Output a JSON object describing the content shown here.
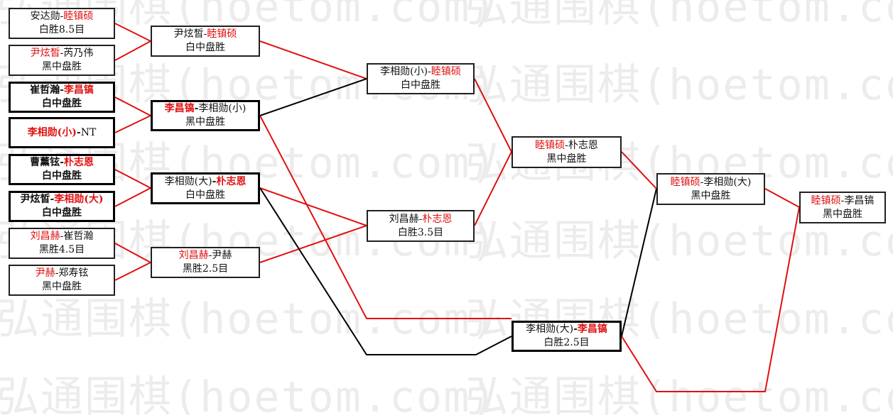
{
  "watermark": "弘通围棋(hoetom.com)",
  "colors": {
    "winner_text": "#e01010",
    "winner_line": "#e01010",
    "loser_line": "#000000",
    "border": "#202020"
  },
  "round1": [
    {
      "p1": "安达勋",
      "p2": "睦镇硕",
      "winner": 2,
      "result": "白胜8.5目"
    },
    {
      "p1": "尹炫皙",
      "p2": "芮乃伟",
      "winner": 1,
      "result": "黑中盘胜"
    },
    {
      "p1": "崔哲瀚",
      "p2": "李昌镐",
      "winner": 2,
      "result": "白中盘胜"
    },
    {
      "p1": "李相勋(小)",
      "p2": "NT",
      "winner": 1,
      "result": ""
    },
    {
      "p1": "曹薰铉",
      "p2": "朴志恩",
      "winner": 2,
      "result": "白中盘胜"
    },
    {
      "p1": "尹炫皙",
      "p2": "李相勋(大)",
      "winner": 2,
      "result": "白中盘胜"
    },
    {
      "p1": "刘昌赫",
      "p2": "崔哲瀚",
      "winner": 1,
      "result": "黑胜4.5目"
    },
    {
      "p1": "尹赫",
      "p2": "郑寿铉",
      "winner": 1,
      "result": "黑中盘胜"
    }
  ],
  "round2": [
    {
      "p1": "尹炫皙",
      "p2": "睦镇硕",
      "winner": 2,
      "result": "白中盘胜"
    },
    {
      "p1": "李昌镐",
      "p2": "李相勋(小)",
      "winner": 1,
      "result": "黑中盘胜"
    },
    {
      "p1": "李相勋(大)",
      "p2": "朴志恩",
      "winner": 2,
      "result": "白中盘胜"
    },
    {
      "p1": "刘昌赫",
      "p2": "尹赫",
      "winner": 1,
      "result": "黑胜2.5目"
    }
  ],
  "round3": [
    {
      "p1": "李相勋(小)",
      "p2": "睦镇硕",
      "winner": 2,
      "result": "白中盘胜"
    },
    {
      "p1": "刘昌赫",
      "p2": "朴志恩",
      "winner": 2,
      "result": "白胜3.5目"
    }
  ],
  "loser_final": {
    "p1": "李相勋(大)",
    "p2": "李昌镐",
    "winner": 2,
    "result": "白胜2.5目"
  },
  "winner_final": {
    "p1": "睦镇硕",
    "p2": "朴志恩",
    "winner": 1,
    "result": "黑中盘胜"
  },
  "grand_final_1": {
    "p1": "睦镇硕",
    "p2": "李相勋(大)",
    "winner": 1,
    "result": "黑中盘胜"
  },
  "grand_final_2": {
    "p1": "睦镇硕",
    "p2": "李昌镐",
    "winner": 1,
    "result": "黑中盘胜"
  }
}
